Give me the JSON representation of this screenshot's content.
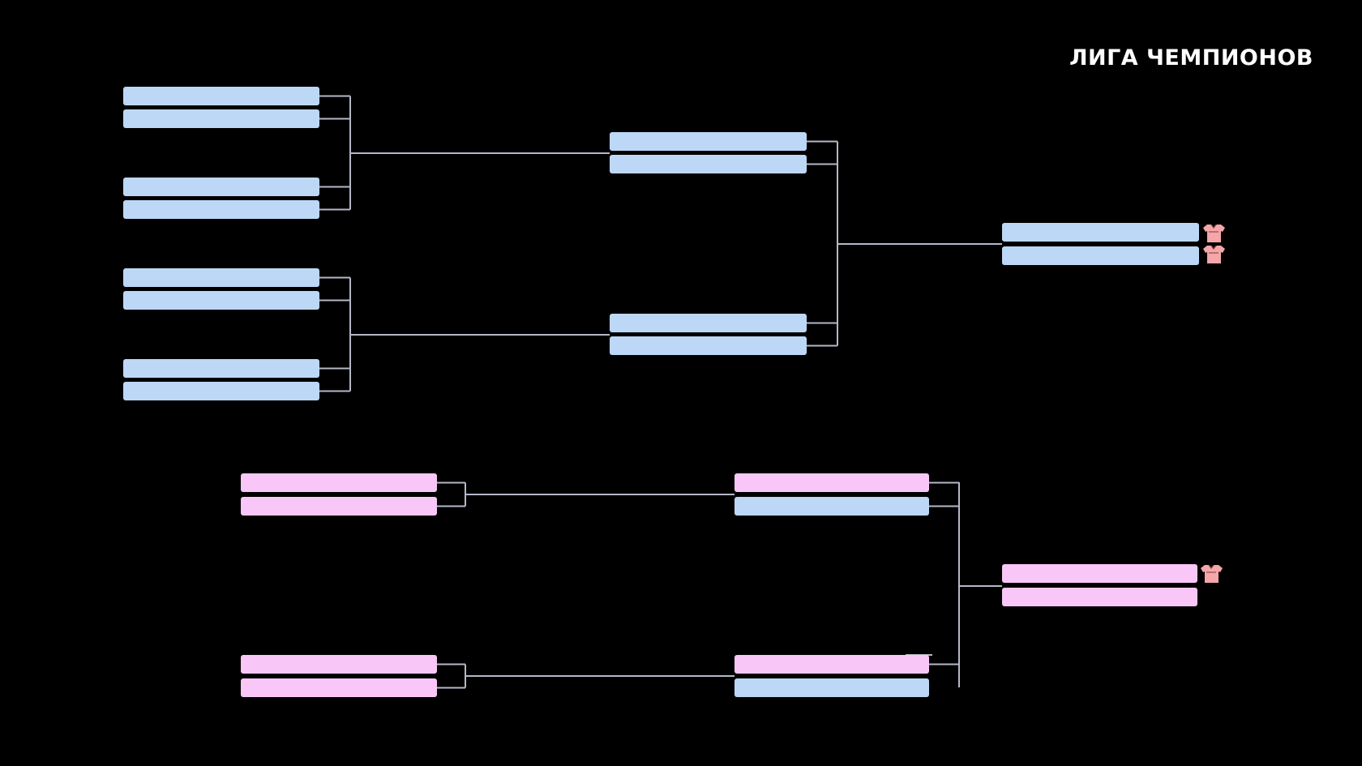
{
  "title": "ЛИГА ЧЕМПИОНОВ",
  "colors": {
    "background": "#000000",
    "slot_blue": "#BDD7F6",
    "slot_pink": "#F8C7F8",
    "connector": "#B4B8C6",
    "jersey": "#F4A6A9",
    "title": "#FFFFFF"
  },
  "upper_bracket": {
    "round_1": [
      "blue",
      "blue",
      "blue",
      "blue",
      "blue",
      "blue",
      "blue",
      "blue"
    ],
    "semifinals": [
      "blue",
      "blue",
      "blue",
      "blue"
    ],
    "final": [
      "blue",
      "blue"
    ],
    "final_icons": [
      "jersey-icon",
      "jersey-icon"
    ]
  },
  "lower_bracket": {
    "round_1": [
      "pink",
      "pink",
      "pink",
      "pink"
    ],
    "round_2": [
      "pink",
      "blue",
      "pink",
      "blue"
    ],
    "final": [
      "pink",
      "pink"
    ],
    "final_icons": [
      "jersey-icon"
    ]
  }
}
